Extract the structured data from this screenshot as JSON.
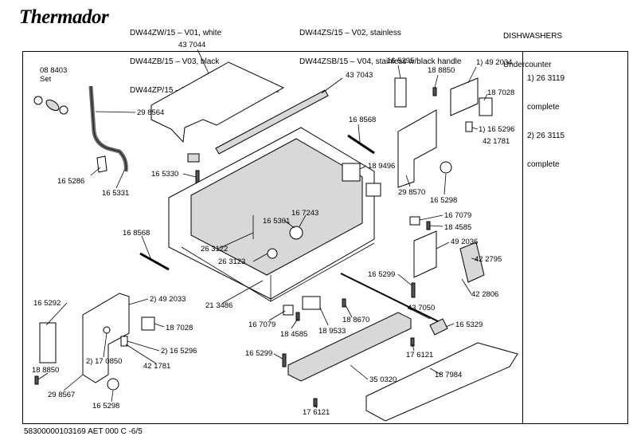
{
  "header": {
    "brand": "Thermador",
    "models_col1": [
      "DW44ZW/15 – V01, white",
      "DW44ZB/15 – V03, black",
      "DW44ZP/15 – V05, stainless w/pro handle"
    ],
    "models_col2": [
      "DW44ZS/15 – V02, stainless",
      "DW44ZSB/15 – V04, stainless w/black handle"
    ],
    "category": [
      "DISHWASHERS",
      "Undercounter"
    ]
  },
  "notes": [
    "1) 26 3119",
    "complete",
    "2) 26 3115",
    "complete"
  ],
  "footer": "58300000103169 AET 000 C -6/5",
  "parts": [
    {
      "label": "08 8403"
    },
    {
      "label": "Set"
    },
    {
      "label": "43 7044"
    },
    {
      "label": "43 7043"
    },
    {
      "label": "16 5295"
    },
    {
      "label": "18 8850"
    },
    {
      "label": "1) 49 2034"
    },
    {
      "label": "18 7028"
    },
    {
      "label": "29 8564"
    },
    {
      "label": "16 8568"
    },
    {
      "label": "1) 16 5296"
    },
    {
      "label": "42 1781"
    },
    {
      "label": "18 9496"
    },
    {
      "label": "16 5286"
    },
    {
      "label": "16 5330"
    },
    {
      "label": "16 5331"
    },
    {
      "label": "29 8570"
    },
    {
      "label": "16 5298"
    },
    {
      "label": "16 7243"
    },
    {
      "label": "16 5301"
    },
    {
      "label": "16 7079"
    },
    {
      "label": "18 4585"
    },
    {
      "label": "16 8568"
    },
    {
      "label": "26 3122"
    },
    {
      "label": "26 3123"
    },
    {
      "label": "49 2036"
    },
    {
      "label": "42 2795"
    },
    {
      "label": "16 5299"
    },
    {
      "label": "42 2806"
    },
    {
      "label": "16 5292"
    },
    {
      "label": "2) 49 2033"
    },
    {
      "label": "21 3486"
    },
    {
      "label": "43 7050"
    },
    {
      "label": "18 8670"
    },
    {
      "label": "16 5329"
    },
    {
      "label": "18 7028"
    },
    {
      "label": "16 7079"
    },
    {
      "label": "18 4585"
    },
    {
      "label": "18 9533"
    },
    {
      "label": "2) 16 5296"
    },
    {
      "label": "2) 17 0850"
    },
    {
      "label": "42 1781"
    },
    {
      "label": "16 5299"
    },
    {
      "label": "17 6121"
    },
    {
      "label": "18 8850"
    },
    {
      "label": "18 7984"
    },
    {
      "label": "35 0320"
    },
    {
      "label": "29 8567"
    },
    {
      "label": "16 5298"
    },
    {
      "label": "17 6121"
    }
  ]
}
